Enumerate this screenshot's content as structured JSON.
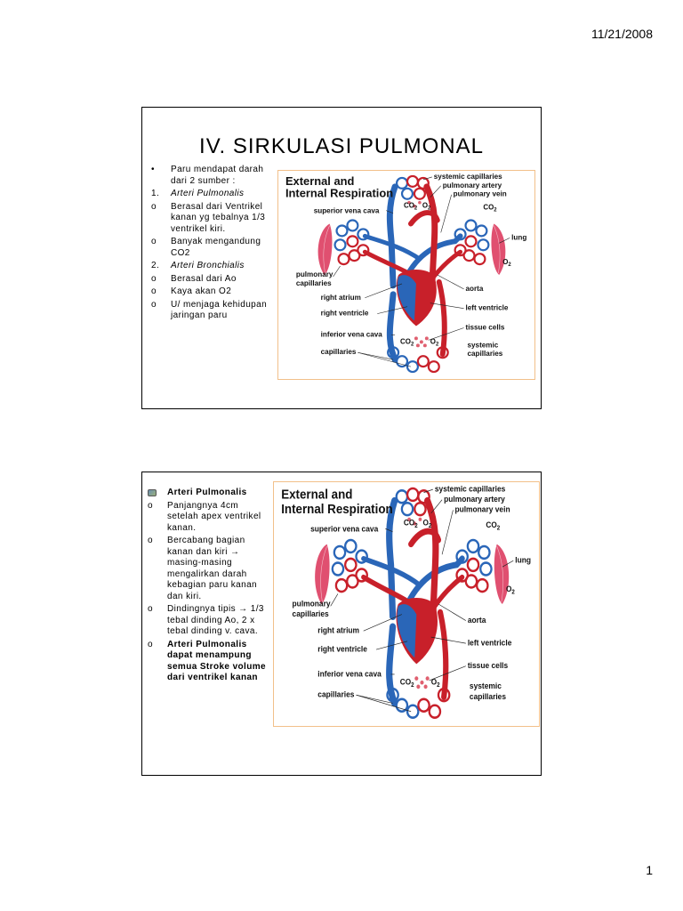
{
  "header": {
    "date": "11/21/2008"
  },
  "footer": {
    "page_number": "1"
  },
  "slide1": {
    "title": "IV. SIRKULASI PULMONAL",
    "bullets": [
      {
        "marker": "•",
        "text": "Paru mendapat darah dari 2 sumber :",
        "style": "normal"
      },
      {
        "marker": "1.",
        "text": "Arteri Pulmonalis",
        "style": "italic"
      },
      {
        "marker": "o",
        "text": "Berasal dari Ventrikel kanan yg tebalnya 1/3 ventrikel kiri.",
        "style": "normal"
      },
      {
        "marker": "o",
        "text": "Banyak mengandung CO2",
        "style": "normal"
      },
      {
        "marker": "2.",
        "text": "Arteri Bronchialis",
        "style": "italic"
      },
      {
        "marker": "o",
        "text": "Berasal dari Ao",
        "style": "normal"
      },
      {
        "marker": "o",
        "text": "Kaya akan O2",
        "style": "normal"
      },
      {
        "marker": "o",
        "text": "U/ menjaga kehidupan jaringan paru",
        "style": "normal"
      }
    ]
  },
  "slide2": {
    "bullets": [
      {
        "marker": "icon",
        "text": "Arteri Pulmonalis",
        "style": "bold"
      },
      {
        "marker": "o",
        "text": "Panjangnya 4cm setelah apex ventrikel kanan.",
        "style": "normal"
      },
      {
        "marker": "o",
        "text": "Bercabang bagian kanan dan kiri → masing-masing mengalirkan darah kebagian paru kanan dan kiri.",
        "style": "normal"
      },
      {
        "marker": "o",
        "text": "Dindingnya tipis → 1/3 tebal dinding Ao, 2 x tebal dinding v. cava.",
        "style": "normal"
      },
      {
        "marker": "o",
        "text": "Arteri Pulmonalis dapat menampung semua Stroke volume dari ventrikel kanan",
        "style": "bold"
      }
    ]
  },
  "figure": {
    "title_line1": "External and",
    "title_line2": "Internal Respiration",
    "labels": {
      "systemic_capillaries_top": "systemic capillaries",
      "pulmonary_artery": "pulmonary artery",
      "pulmonary_vein": "pulmonary vein",
      "superior_vena_cava": "superior vena cava",
      "co2": "CO",
      "o2": "O",
      "sub2": "2",
      "lung": "lung",
      "pulmonary_capillaries_1": "pulmonary",
      "pulmonary_capillaries_2": "capillaries",
      "right_atrium": "right atrium",
      "aorta": "aorta",
      "right_ventricle": "right ventricle",
      "left_ventricle": "left ventricle",
      "inferior_vena_cava": "inferior vena cava",
      "tissue_cells": "tissue cells",
      "systemic_capillaries_1": "systemic",
      "systemic_capillaries_2": "capillaries",
      "capillaries": "capillaries"
    },
    "colors": {
      "oxygenated": "#c8202a",
      "deoxygenated": "#2a66b8",
      "lung": "#e05070",
      "frame": "#f2c08a"
    }
  }
}
